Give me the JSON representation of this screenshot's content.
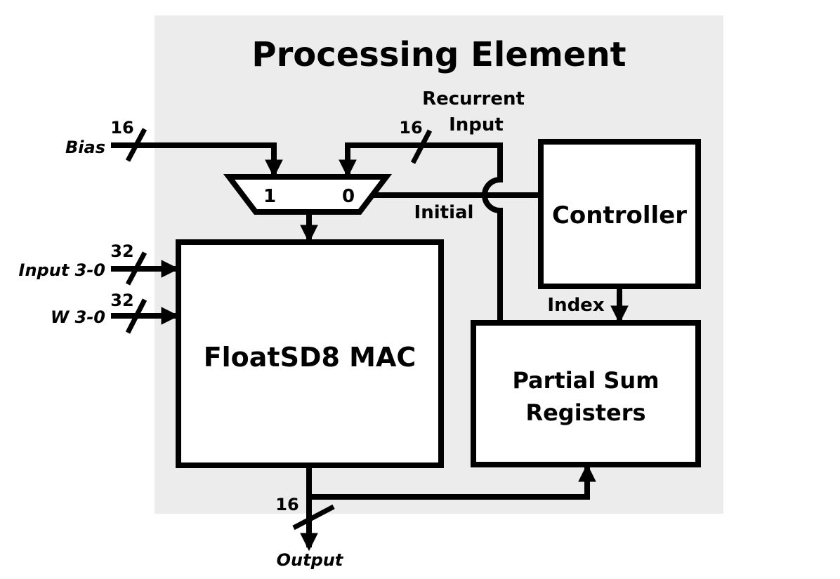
{
  "diagram": {
    "title": "Processing Element",
    "blocks": {
      "mac": "FloatSD8 MAC",
      "controller": "Controller",
      "partial_sum_line1": "Partial Sum",
      "partial_sum_line2": "Registers"
    },
    "mux": {
      "input_1": "1",
      "input_0": "0"
    },
    "signals": {
      "bias": "Bias",
      "bias_width": "16",
      "recurrent_line1": "Recurrent",
      "recurrent_line2": "Input",
      "recurrent_width": "16",
      "initial": "Initial",
      "input": "Input 3-0",
      "input_width": "32",
      "weight": "W 3-0",
      "weight_width": "32",
      "index": "Index",
      "output": "Output",
      "output_width": "16"
    },
    "colors": {
      "background_panel": "#ececec",
      "line": "#000000",
      "block_fill": "#ffffff"
    }
  }
}
